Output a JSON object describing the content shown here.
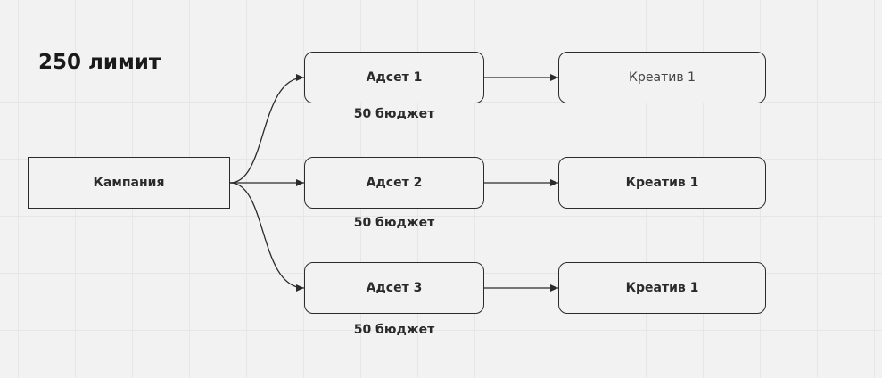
{
  "diagram": {
    "title": "250 лимит",
    "campaign": {
      "label": "Кампания"
    },
    "adsets": [
      {
        "label": "Адсет 1",
        "budget": "50 бюджет",
        "creative": "Креатив 1"
      },
      {
        "label": "Адсет 2",
        "budget": "50 бюджет",
        "creative": "Креатив 1"
      },
      {
        "label": "Адсет 3",
        "budget": "50 бюджет",
        "creative": "Креатив 1"
      }
    ]
  },
  "colors": {
    "background": "#f2f2f2",
    "grid": "#e6e6e6",
    "stroke": "#2b2b2b"
  }
}
